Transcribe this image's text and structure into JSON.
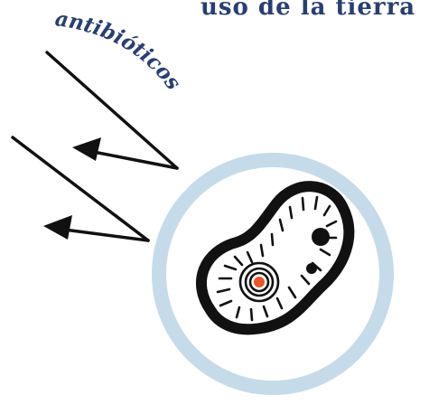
{
  "top_label": "uso de la tierra",
  "curved_label": "antibióticos",
  "colors": {
    "text": "#283f72",
    "shield_ring": "#c5dbea",
    "outline": "#111111",
    "nucleus_dot": "#e8572a",
    "background": "#ffffff"
  },
  "icons": {
    "bacterium": "bacterium-icon",
    "shield": "protective-ring",
    "arrows": "deflected-arrow"
  }
}
